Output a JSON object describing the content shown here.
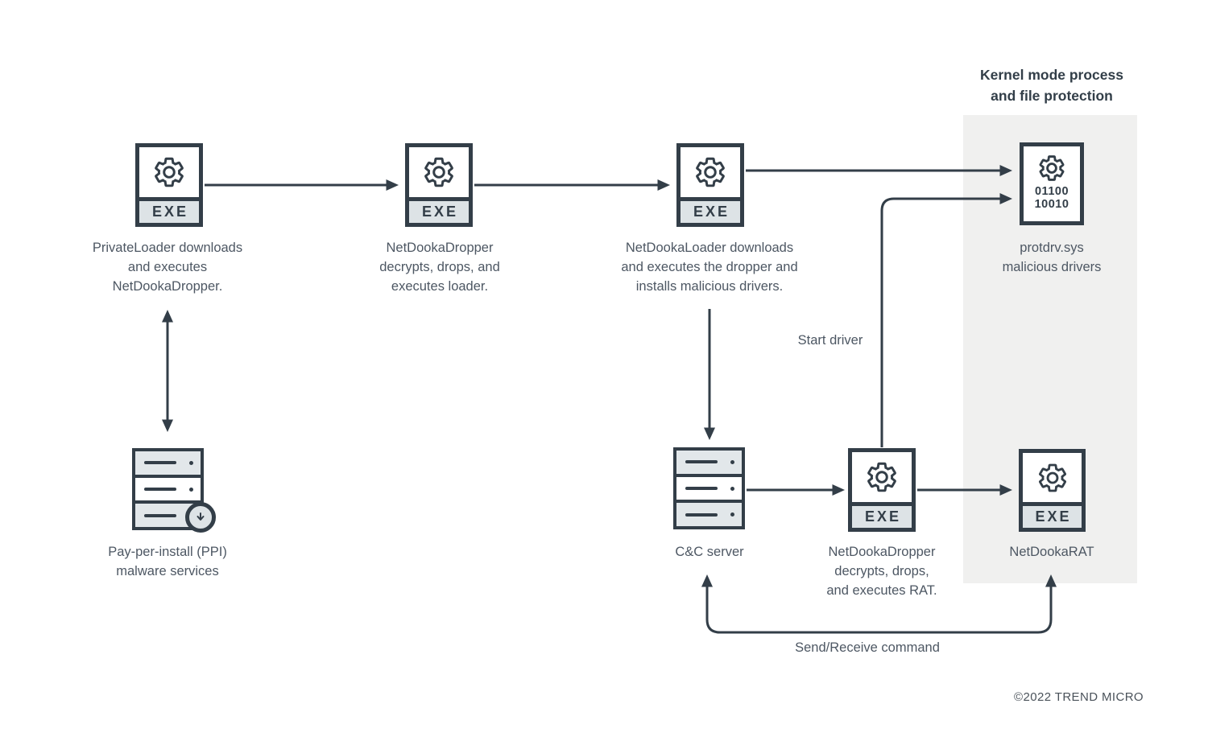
{
  "colors": {
    "ink": "#333e48",
    "text": "#4d5763",
    "panel_bg": "#f0f0ef",
    "light_fill": "#dde3e6"
  },
  "kernel_panel": {
    "title_line1": "Kernel mode process",
    "title_line2": "and file protection"
  },
  "icons": {
    "exe_badge": "EXE",
    "driver_binary_line1": "01100",
    "driver_binary_line2": "10010"
  },
  "nodes": {
    "privateloader": {
      "label": [
        "PrivateLoader downloads",
        "and executes",
        "NetDookaDropper."
      ]
    },
    "dropper1": {
      "label": [
        "NetDookaDropper",
        "decrypts, drops, and",
        "executes loader."
      ]
    },
    "loader": {
      "label": [
        "NetDookaLoader downloads",
        "and executes the dropper and",
        "installs malicious drivers."
      ]
    },
    "protdrv": {
      "label": [
        "protdrv.sys",
        "malicious drivers"
      ]
    },
    "ppi": {
      "label": [
        "Pay-per-install (PPI)",
        "malware services"
      ]
    },
    "cc_server": {
      "label": [
        "C&C server"
      ]
    },
    "dropper2": {
      "label": [
        "NetDookaDropper",
        "decrypts, drops,",
        "and executes RAT."
      ]
    },
    "rat": {
      "label": [
        "NetDookaRAT"
      ]
    }
  },
  "edge_labels": {
    "start_driver": "Start driver",
    "send_receive": "Send/Receive command"
  },
  "footer": {
    "copyright": "©2022 TREND MICRO"
  }
}
